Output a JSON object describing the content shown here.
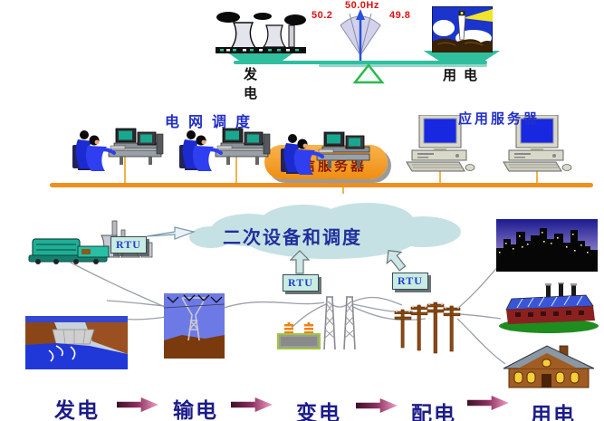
{
  "balance": {
    "freq_low": "50.2",
    "freq_mid": "50.0Hz",
    "freq_high": "49.8",
    "generation_label": "发电",
    "consumption_label": "用电"
  },
  "middle": {
    "grid_dispatch_label": "电网调度",
    "comm_server_label": "通信服务器",
    "app_server_label": "应用服务器"
  },
  "cloud": {
    "label": "二次设备和调度"
  },
  "rtu_label": "RTU",
  "flow_stages": [
    {
      "label": "发电"
    },
    {
      "label": "输电"
    },
    {
      "label": "变电"
    },
    {
      "label": "配电"
    },
    {
      "label": "用电"
    }
  ],
  "colors": {
    "beam_teal": "#2fbf9f",
    "bus_orange": "#ee8f1e",
    "cloud_blue": "#c6e1e3",
    "label_navy": "#1c1c8a",
    "freq_red": "#e01010",
    "comm_ellipse_orange": "#f09a22"
  }
}
